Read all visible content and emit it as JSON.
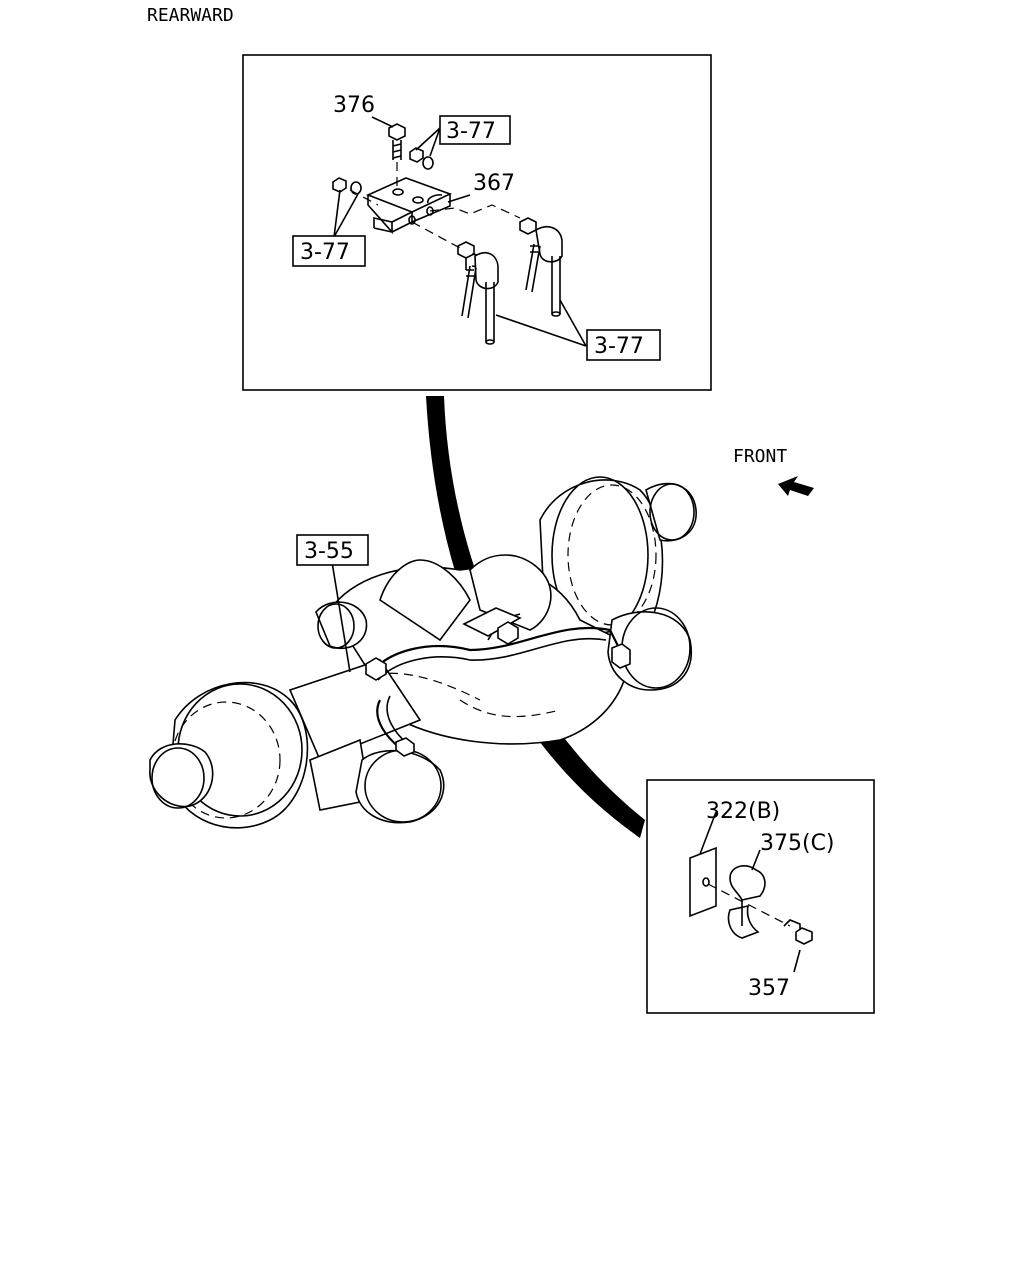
{
  "labels": {
    "rearward": "REARWARD",
    "front": "FRONT",
    "ref_3_77_top": "3-77",
    "ref_3_77_left": "3-77",
    "ref_3_77_bottom": "3-77",
    "ref_3_55": "3-55",
    "part_376": "376",
    "part_367": "367",
    "part_322b": "322(B)",
    "part_375c": "375(C)",
    "part_357": "357"
  }
}
